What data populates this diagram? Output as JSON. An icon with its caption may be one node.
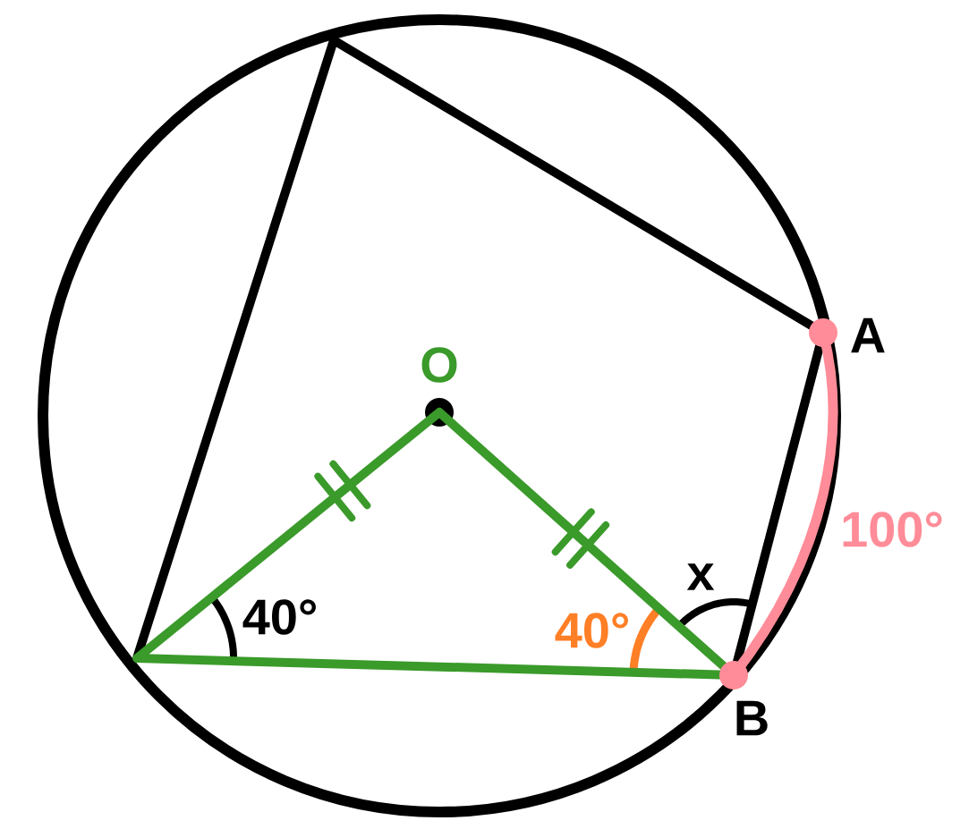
{
  "diagram": {
    "labels": [
      "O",
      "A",
      "100°",
      "x",
      "40°",
      "40°",
      "B"
    ]
  }
}
